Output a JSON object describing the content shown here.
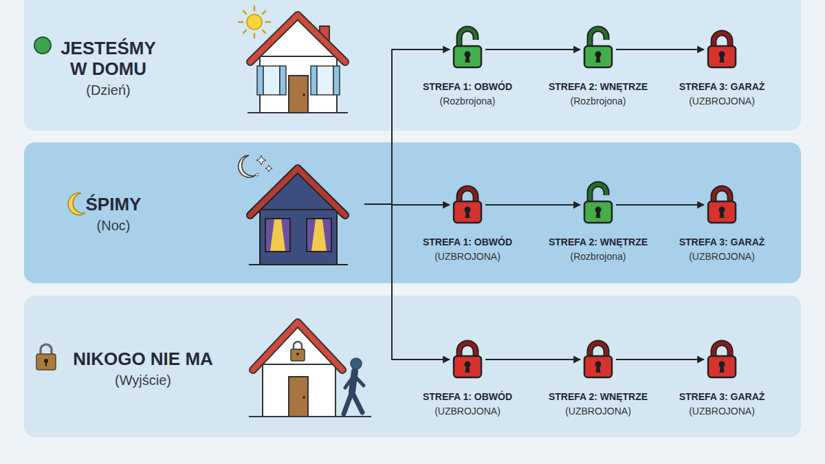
{
  "diagram": {
    "nodes": [
      {
        "text": [
          "JESTEŚMY W DOMU",
          "(Dzień)"
        ]
      },
      {
        "text": [
          "STREFA 1: OBWÓD",
          "(Rozbrojona)"
        ],
        "in": 0
      },
      {
        "text": [
          "STREFA 2: WNĘTRZE",
          "(Rozbrojona)"
        ],
        "in": 0
      },
      {
        "text": [
          "STREFA 3: GARAŻ",
          "(UZBROJONA)"
        ],
        "in": 0
      },
      {
        "text": [
          "ŚPIMY",
          "(Noc)"
        ]
      },
      {
        "text": [
          "STREFA 1: OBWÓD",
          "(UZBROJONA)"
        ],
        "in": 4
      },
      {
        "text": [
          "STREFA 2: WNĘTRZE",
          "(Rozbrojona)"
        ],
        "in": 4
      },
      {
        "text": [
          "STREFA 3: GARAŻ",
          "(UZBROJONA)"
        ],
        "in": 4
      },
      {
        "text": [
          "NIKOGO NIE MA",
          "(Wyjście)"
        ]
      },
      {
        "text": [
          "STREFA 1: OBWÓD",
          "(UZBROJONA)"
        ],
        "in": 8
      },
      {
        "text": [
          "STREFA 2: WNĘTRZE",
          "(UZBROJONA)"
        ],
        "in": 8
      },
      {
        "text": [
          "STREFA 3: GARAŻ",
          "(UZBROJONA)"
        ],
        "in": 8
      }
    ],
    "edges": [
      {
        "from": 4,
        "to": 1,
        "arrow": "to"
      },
      {
        "from": 4,
        "to": 5,
        "arrow": "to"
      },
      {
        "from": 4,
        "to": 9,
        "arrow": "to"
      },
      {
        "from": 1,
        "to": 2,
        "arrow": "to"
      },
      {
        "from": 2,
        "to": 3,
        "arrow": "to"
      },
      {
        "from": 5,
        "to": 6,
        "arrow": "to"
      },
      {
        "from": 6,
        "to": 7,
        "arrow": "to"
      },
      {
        "from": 9,
        "to": 10,
        "arrow": "to"
      },
      {
        "from": 10,
        "to": 11,
        "arrow": "to"
      }
    ]
  }
}
